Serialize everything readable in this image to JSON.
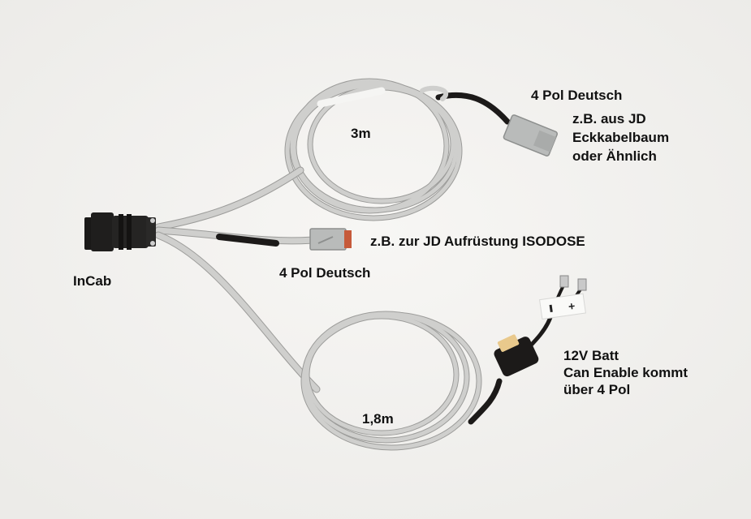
{
  "photo": {
    "subject": "Y-cable harness with InCab connector",
    "background_color": "#f3f2f0",
    "cable_color": "#c9c9c7",
    "cable_shadow_color": "#9c9c9a",
    "jacket_color": "#1c1a19",
    "deutsch_connector_color": "#b9bbba",
    "deutsch_wedge_color": "#c65a3a",
    "fuse_color": "#e9c98c"
  },
  "labels": {
    "incab": "InCab",
    "upper_length": "3m",
    "upper_connector": {
      "title": "4 Pol Deutsch",
      "lines": [
        "z.B. aus JD",
        "Eckkabelbaum",
        "oder Ähnlich"
      ]
    },
    "middle_connector": {
      "title": "4 Pol Deutsch",
      "description": "z.B. zur JD Aufrüstung ISODOSE"
    },
    "lower_length": "1,8m",
    "battery": {
      "lines": [
        "12V Batt",
        "Can Enable kommt",
        "über 4 Pol"
      ]
    },
    "polarity_tag": {
      "minus": "-",
      "plus": "+"
    }
  }
}
